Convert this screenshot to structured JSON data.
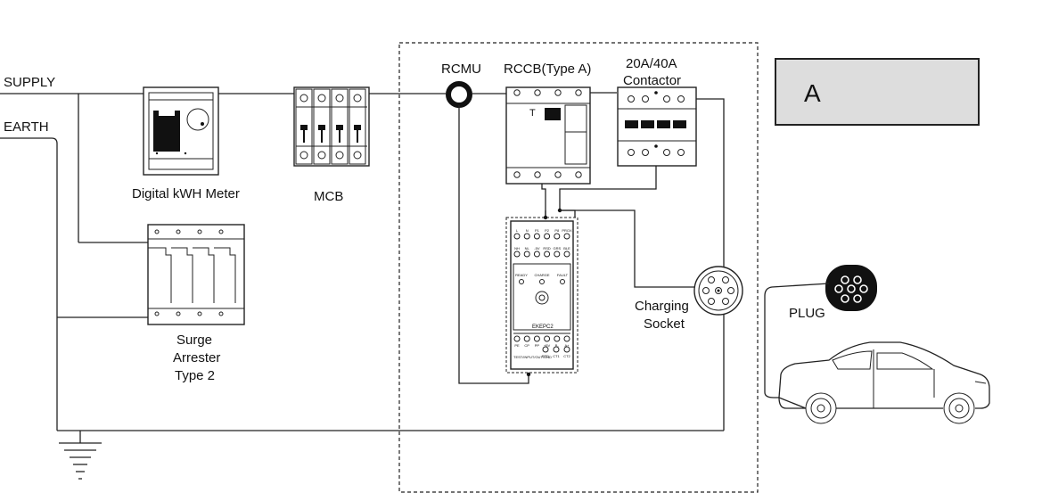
{
  "labels": {
    "supply": "SUPPLY",
    "earth": "EARTH",
    "meter": "Digital kWH Meter",
    "mcb": "MCB",
    "surge_line1": "Surge",
    "surge_line2": "Arrester",
    "surge_line3": "Type 2",
    "rcmu": "RCMU",
    "rccb": "RCCB(Type A)",
    "rccb_t": "T",
    "contactor_line1": "20A/40A",
    "contactor_line2": "Contactor",
    "socket_line1": "Charging",
    "socket_line2": "Socket",
    "plug": "PLUG",
    "legend_box": "A"
  },
  "controller": {
    "name": "EKEPC2",
    "top_terminals_row1": [
      "L",
      "N",
      "P1",
      "P2",
      "P8",
      "PROX"
    ],
    "top_terminals_row2": [
      "NH",
      "NL",
      "-5V",
      "RSD",
      "GRS",
      "BLE"
    ],
    "leds": [
      "READY",
      "CHARGE",
      "FAULT"
    ],
    "bottom_terminals_row1": [
      "PE",
      "CP",
      "PP",
      "+5V",
      "B-",
      "A+"
    ],
    "bottom_terminals_row2": [
      "TEST/GND",
      "RTD",
      "CT1",
      "CT2"
    ],
    "footer_text": "TEST/INPUT/OUT/GND"
  },
  "colors": {
    "line": "#222222",
    "legend_fill": "#dddddd",
    "background": "#ffffff"
  }
}
